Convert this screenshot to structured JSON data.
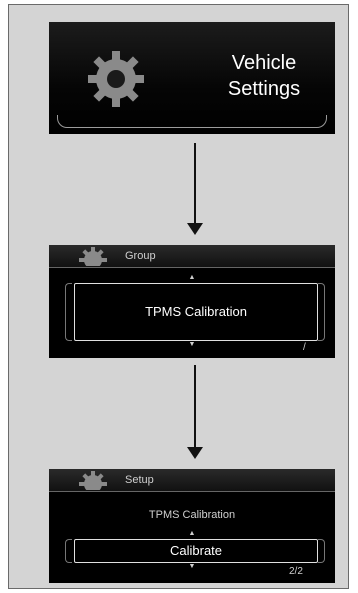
{
  "screen1": {
    "title_line1": "Vehicle",
    "title_line2": "Settings",
    "icon": "gear-icon"
  },
  "screen2": {
    "header_label": "Group",
    "selected_item": "TPMS Calibration",
    "up_arrow": "▲",
    "down_arrow": "▼",
    "page_indicator": "/"
  },
  "screen3": {
    "header_label": "Setup",
    "subtitle": "TPMS Calibration",
    "selected_item": "Calibrate",
    "up_arrow": "▲",
    "down_arrow": "▼",
    "page_indicator": "2/2"
  },
  "colors": {
    "screen_bg": "#000000",
    "text": "#ffffff",
    "frame_bg": "#d4d4d4",
    "arrow": "#111111"
  }
}
